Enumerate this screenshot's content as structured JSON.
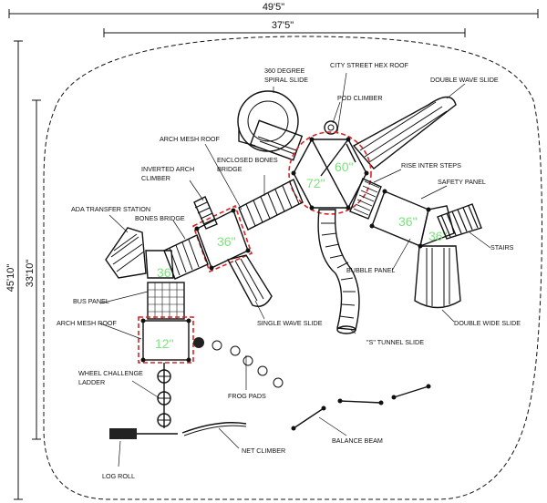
{
  "dimensions": {
    "overall_width": "49'5\"",
    "inner_width": "37'5\"",
    "overall_depth": "45'10\"",
    "inner_depth": "33'10\""
  },
  "deck_sizes": {
    "hex_left": "72\"",
    "hex_right": "60\"",
    "left_deck": "36\"",
    "right_deck": "36\"",
    "right_small": "36\"",
    "ada_deck": "36",
    "bottom_deck": "12\""
  },
  "labels": {
    "spiral_slide": "360 DEGREE\nSPIRAL SLIDE",
    "hex_roof": "CITY STREET HEX ROOF",
    "pod_climber": "POD CLIMBER",
    "double_wave_slide": "DOUBLE WAVE SLIDE",
    "arch_mesh_roof_top": "ARCH MESH ROOF",
    "enclosed_bones_bridge": "ENCLOSED BONES\nBRIDGE",
    "rise_inter_steps": "RISE INTER STEPS",
    "inverted_arch_climber": "INVERTED ARCH\nCLIMBER",
    "safety_panel": "SAFETY PANEL",
    "ada_transfer_station": "ADA TRANSFER STATION",
    "bones_bridge": "BONES BRIDGE",
    "stairs": "STAIRS",
    "bubble_panel": "BUBBLE PANEL",
    "bus_panel": "BUS PANEL",
    "single_wave_slide": "SINGLE WAVE SLIDE",
    "double_wide_slide": "DOUBLE WIDE SLIDE",
    "arch_mesh_roof_bottom": "ARCH MESH ROOF",
    "s_tunnel_slide": "\"S\" TUNNEL SLIDE",
    "wheel_challenge_ladder": "WHEEL CHALLENGE\nLADDER",
    "frog_pads": "FROG PADS",
    "balance_beam": "BALANCE BEAM",
    "net_climber": "NET CLIMBER",
    "log_roll": "LOG ROLL"
  }
}
